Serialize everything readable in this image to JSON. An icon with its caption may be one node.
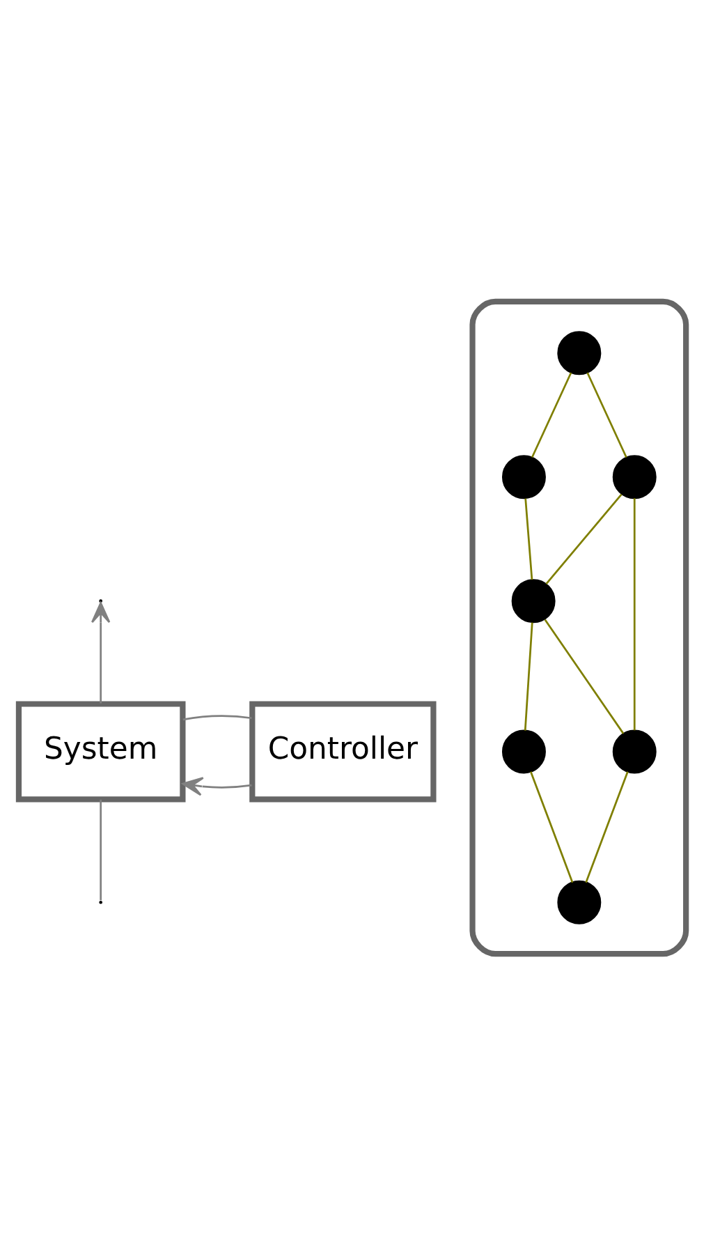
{
  "diagram": {
    "nodes": [
      {
        "text": [
          "System"
        ]
      },
      {
        "text": [
          "Controller"
        ]
      },
      {
        "text": [],
        "shape": "cloud"
      },
      {
        "text": [],
        "shape": "circle",
        "in": 2
      },
      {
        "text": [],
        "shape": "circle",
        "in": 2
      },
      {
        "text": [],
        "shape": "circle",
        "in": 2
      },
      {
        "text": [],
        "shape": "circle",
        "in": 2
      },
      {
        "text": [],
        "shape": "circle",
        "in": 2
      },
      {
        "text": [],
        "shape": "circle",
        "in": 2
      },
      {
        "text": [],
        "shape": "circle",
        "in": 2
      }
    ],
    "edges": [
      {
        "from": null,
        "to": 0,
        "arrow": "none",
        "color": "#808080"
      },
      {
        "from": 0,
        "to": null,
        "arrow": "to",
        "color": "#808080"
      },
      {
        "from": 0,
        "to": 1,
        "arrow": "none",
        "color": "#808080"
      },
      {
        "from": 1,
        "to": 0,
        "arrow": "to",
        "color": "#808080"
      },
      {
        "from": 3,
        "to": 4,
        "arrow": "none"
      },
      {
        "from": 3,
        "to": 5,
        "arrow": "none"
      },
      {
        "from": 4,
        "to": 6,
        "arrow": "none"
      },
      {
        "from": 5,
        "to": 6,
        "arrow": "none"
      },
      {
        "from": 5,
        "to": 7,
        "arrow": "none"
      },
      {
        "from": 6,
        "to": 7,
        "arrow": "none"
      },
      {
        "from": 6,
        "to": 8,
        "arrow": "none"
      },
      {
        "from": 7,
        "to": 9,
        "arrow": "none"
      },
      {
        "from": 8,
        "to": 9,
        "arrow": "none"
      }
    ]
  }
}
